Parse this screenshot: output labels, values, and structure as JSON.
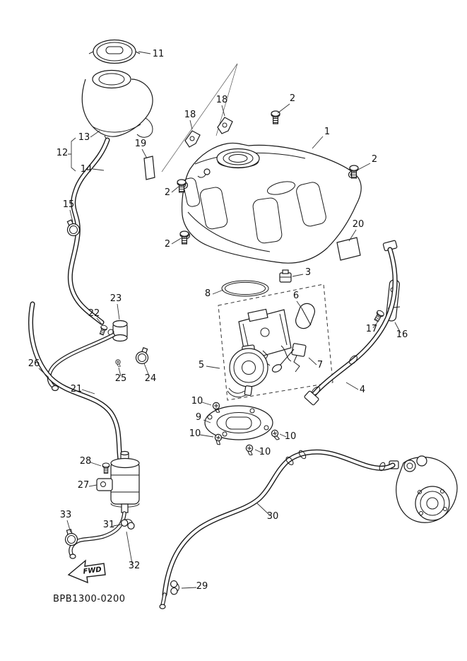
{
  "diagram": {
    "code": "BPB1300-0200",
    "fwd": "FWD",
    "callouts": [
      {
        "n": "11"
      },
      {
        "n": "13"
      },
      {
        "n": "12"
      },
      {
        "n": "14"
      },
      {
        "n": "19"
      },
      {
        "n": "18"
      },
      {
        "n": "18"
      },
      {
        "n": "2"
      },
      {
        "n": "1"
      },
      {
        "n": "2"
      },
      {
        "n": "2"
      },
      {
        "n": "2"
      },
      {
        "n": "15"
      },
      {
        "n": "20"
      },
      {
        "n": "3"
      },
      {
        "n": "8"
      },
      {
        "n": "6"
      },
      {
        "n": "17"
      },
      {
        "n": "16"
      },
      {
        "n": "22"
      },
      {
        "n": "23"
      },
      {
        "n": "5"
      },
      {
        "n": "7"
      },
      {
        "n": "24"
      },
      {
        "n": "25"
      },
      {
        "n": "21"
      },
      {
        "n": "26"
      },
      {
        "n": "4"
      },
      {
        "n": "10"
      },
      {
        "n": "9"
      },
      {
        "n": "10"
      },
      {
        "n": "10"
      },
      {
        "n": "10"
      },
      {
        "n": "30"
      },
      {
        "n": "28"
      },
      {
        "n": "27"
      },
      {
        "n": "31"
      },
      {
        "n": "33"
      },
      {
        "n": "32"
      },
      {
        "n": "29"
      }
    ]
  }
}
